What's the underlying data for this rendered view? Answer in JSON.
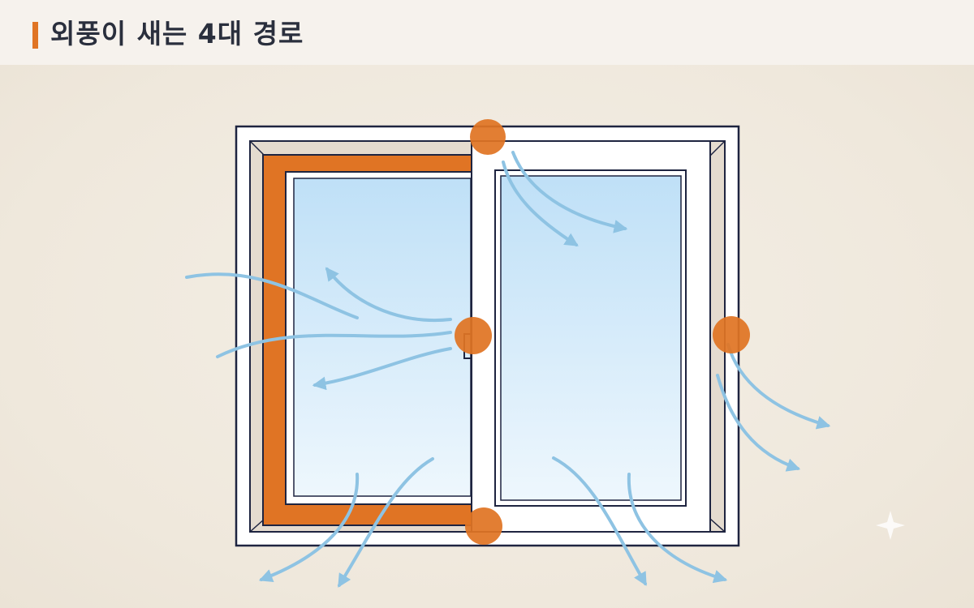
{
  "header": {
    "title": "외풍이 새는 4대 경로"
  },
  "diagram": {
    "subject": "sliding-window",
    "leak_points": [
      {
        "id": "top-meeting-rail"
      },
      {
        "id": "center-latch"
      },
      {
        "id": "right-frame-edge"
      },
      {
        "id": "bottom-meeting-rail"
      }
    ],
    "colors": {
      "accent": "#e07424",
      "frame_outline": "#1e2440",
      "frame_fill": "#ffffff",
      "glass_top": "#bfe0f7",
      "glass_bottom": "#eef7fd",
      "airflow": "#8ec3e3",
      "jamb": "#e4dbcf"
    }
  }
}
